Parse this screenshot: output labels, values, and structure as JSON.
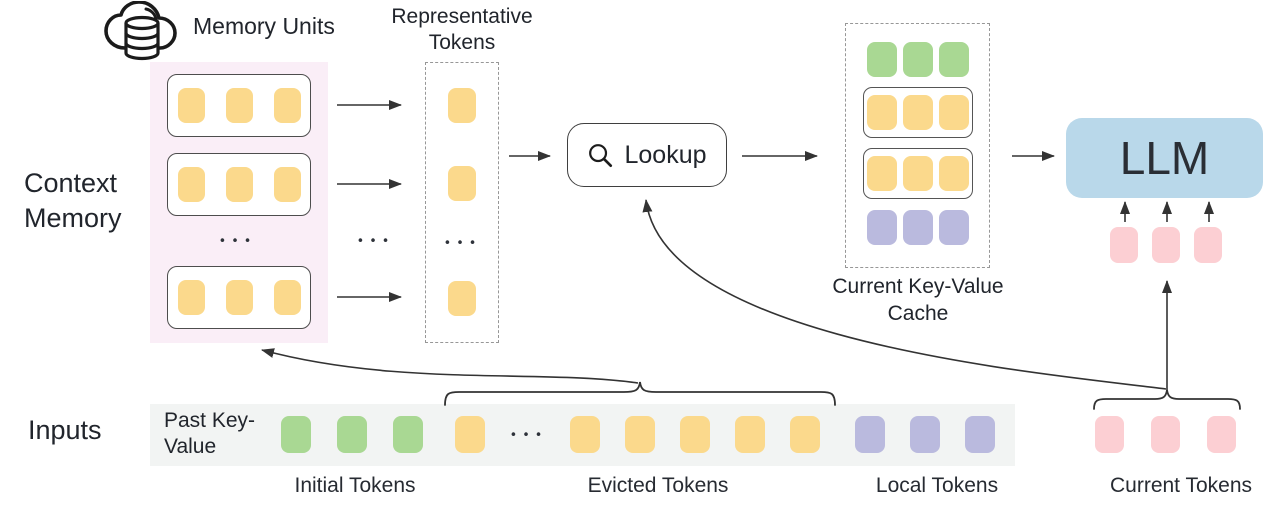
{
  "colors": {
    "yellow": "#fbd98c",
    "green": "#a9d893",
    "purple": "#babade",
    "pink": "#fccfd3",
    "blue": "#b9d8ea",
    "memory_bg": "#faeef7",
    "strip_bg": "#f2f4f3",
    "ink": "#21252c",
    "line": "#333333"
  },
  "ellipsis": "•••",
  "context_memory": {
    "title": "Context Memory",
    "memory_units_label": "Memory Units",
    "units": 3,
    "tokens_per_unit": 3
  },
  "representative": {
    "title": "Representative Tokens",
    "tokens": 3
  },
  "lookup": {
    "label": "Lookup"
  },
  "cache": {
    "title": "Current Key-Value Cache",
    "rows": [
      {
        "kind": "initial-tokens",
        "color": "green",
        "count": 3,
        "boxed": false
      },
      {
        "kind": "retrieved-memory-unit",
        "color": "yellow",
        "count": 3,
        "boxed": true
      },
      {
        "kind": "retrieved-memory-unit",
        "color": "yellow",
        "count": 3,
        "boxed": true
      },
      {
        "kind": "local-tokens",
        "color": "purple",
        "count": 3,
        "boxed": false
      }
    ]
  },
  "llm": {
    "label": "LLM"
  },
  "inputs": {
    "title": "Inputs",
    "past_kv_label": "Past Key-Value",
    "segments": [
      {
        "label": "Initial Tokens",
        "color": "green",
        "count": 3
      },
      {
        "label": "Evicted Tokens",
        "color": "yellow",
        "count": 6,
        "ellipsis": true
      },
      {
        "label": "Local Tokens",
        "color": "purple",
        "count": 3
      }
    ],
    "current": {
      "label": "Current Tokens",
      "color": "pink",
      "count": 3
    }
  }
}
